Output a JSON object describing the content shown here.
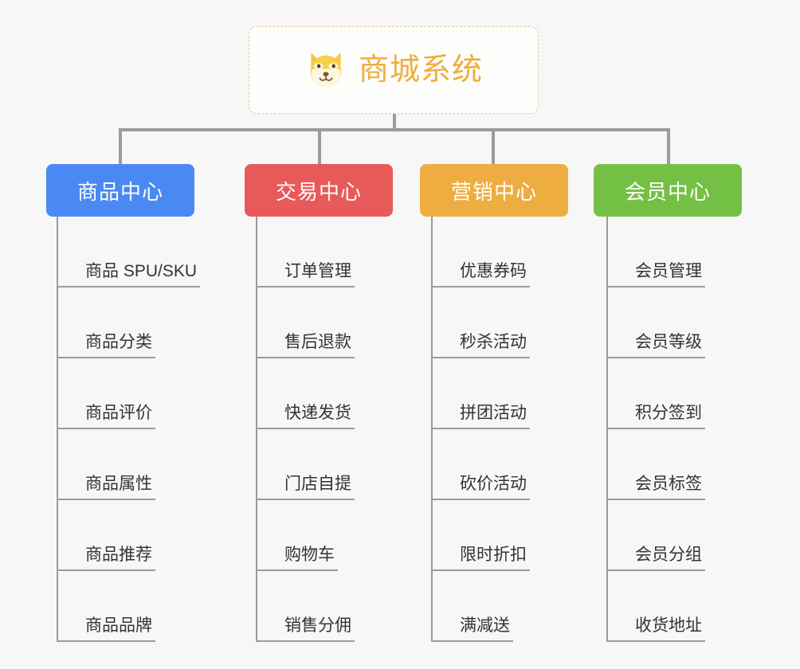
{
  "diagram": {
    "type": "mind-map",
    "background_color": "#f7f7f7",
    "root": {
      "title": "商城系统",
      "icon": "shiba-dog-face-icon",
      "text_color": "#f0ad3c",
      "border_color": "#e8c88a"
    },
    "connector_color": "#9b9b9b",
    "branches": [
      {
        "label": "商品中心",
        "color": "#4a89f3",
        "items": [
          "商品 SPU/SKU",
          "商品分类",
          "商品评价",
          "商品属性",
          "商品推荐",
          "商品品牌"
        ]
      },
      {
        "label": "交易中心",
        "color": "#e8595a",
        "items": [
          "订单管理",
          "售后退款",
          "快递发货",
          "门店自提",
          "购物车",
          "销售分佣"
        ]
      },
      {
        "label": "营销中心",
        "color": "#eead41",
        "items": [
          "优惠券码",
          "秒杀活动",
          "拼团活动",
          "砍价活动",
          "限时折扣",
          "满减送"
        ]
      },
      {
        "label": "会员中心",
        "color": "#74c044",
        "items": [
          "会员管理",
          "会员等级",
          "积分签到",
          "会员标签",
          "会员分组",
          "收货地址"
        ]
      }
    ]
  }
}
